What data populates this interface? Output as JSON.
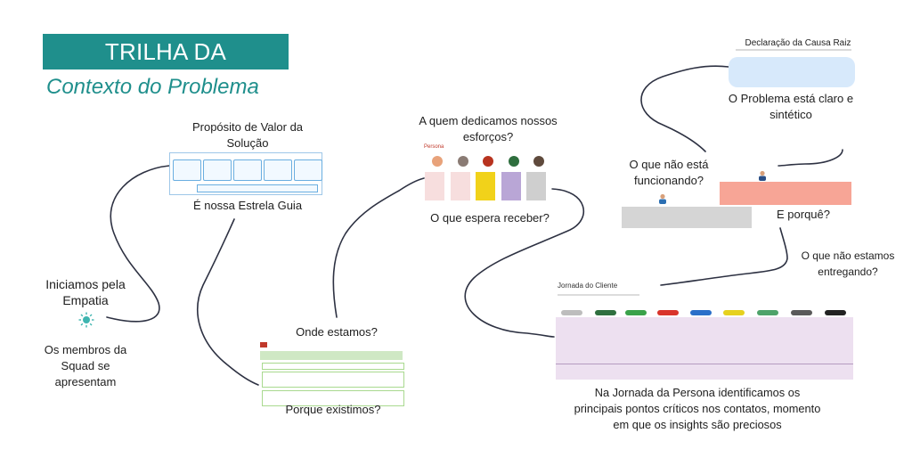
{
  "header": {
    "title": "TRILHA DA INOVAÇÃO",
    "subtitle": "Contexto do Problema"
  },
  "nodes": {
    "empathy": "Iniciamos pela Empatia",
    "squad": "Os membros da Squad se apresentam",
    "purpose": "Propósito de Valor da Solução",
    "guide_star": "É nossa Estrela Guia",
    "where": "Onde estamos?",
    "why_exist": "Porque existimos?",
    "dedicate": "A quem dedicamos nossos esforços?",
    "expect": "O que espera receber?",
    "not_working": "O que não está funcionando?",
    "why": "E porquê?",
    "not_delivering": "O que não estamos entregando?",
    "root_cause": "Declaração da Causa Raiz",
    "problem_clear": "O Problema está claro e sintético",
    "journey": "Na Jornada da Persona identificamos os principais pontos críticos nos contatos, momento em que os insights são preciosos"
  },
  "thumbnails": {
    "purpose_cells": [
      "",
      "",
      "",
      "",
      ""
    ],
    "journey_title": "Jornada do Cliente",
    "persona_title": "Persona"
  },
  "colors": {
    "teal": "#1f8f8c",
    "persona": [
      "#f7dede",
      "#f7dede",
      "#f1d21a",
      "#b9a6d6",
      "#cfcfcf"
    ],
    "journey_dots": [
      "#bdbdbd",
      "#2f6f3f",
      "#3aa24a",
      "#d9342b",
      "#2a6fc9",
      "#e6d11f",
      "#4ea36a",
      "#5a5a5a",
      "#222222"
    ],
    "journey_panel": "#ede0f0",
    "salmon": "#f7a596",
    "gray_panel": "#d5d5d5",
    "root_box": "#d7e9fb"
  }
}
